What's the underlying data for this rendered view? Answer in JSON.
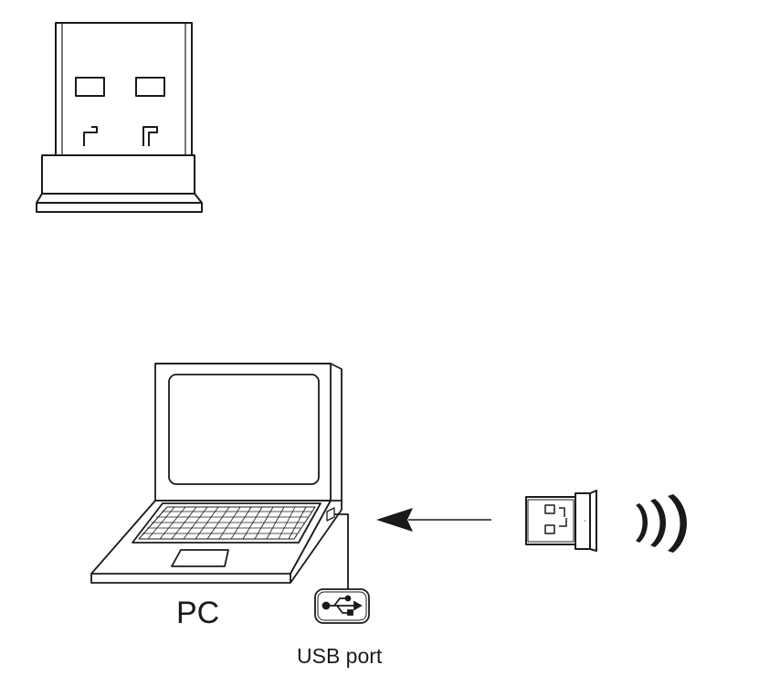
{
  "labels": {
    "pc": "PC",
    "usb_port": "USB port"
  },
  "colors": {
    "line": "#1a1a1a",
    "background": "#ffffff"
  },
  "icons": [
    "usb-dongle",
    "laptop",
    "arrow-left",
    "usb-symbol",
    "wireless-signal"
  ]
}
